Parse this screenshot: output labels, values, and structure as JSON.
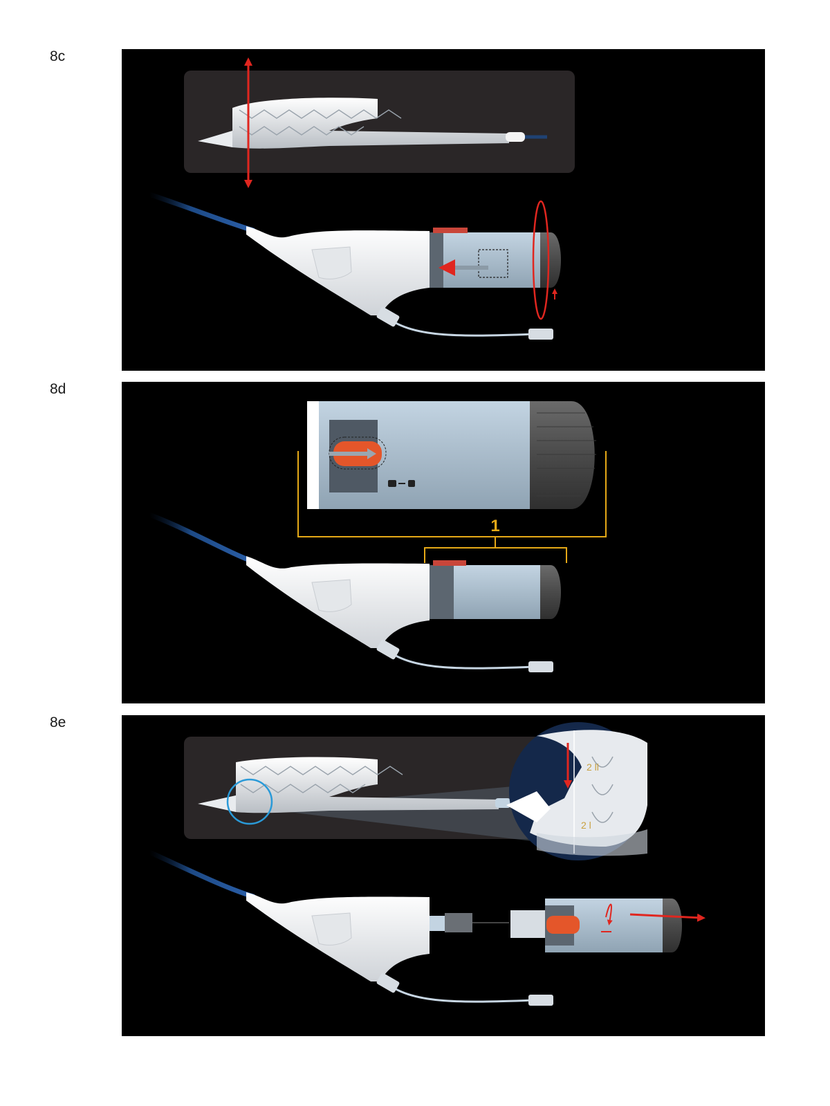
{
  "panels": [
    {
      "id": "8c",
      "label": "8c"
    },
    {
      "id": "8d",
      "label": "8d",
      "callout_number": "1"
    },
    {
      "id": "8e",
      "label": "8e"
    }
  ],
  "colors": {
    "panel_bg": "#000000",
    "inset_bg": "#2a2627",
    "arrow_red": "#e0261f",
    "bracket_gold": "#e6a917",
    "lock_orange": "#e4562a",
    "catheter_blue": "#1d4a86",
    "magnifier_blue": "#2a9ad8",
    "cap_gray": "#555555"
  }
}
